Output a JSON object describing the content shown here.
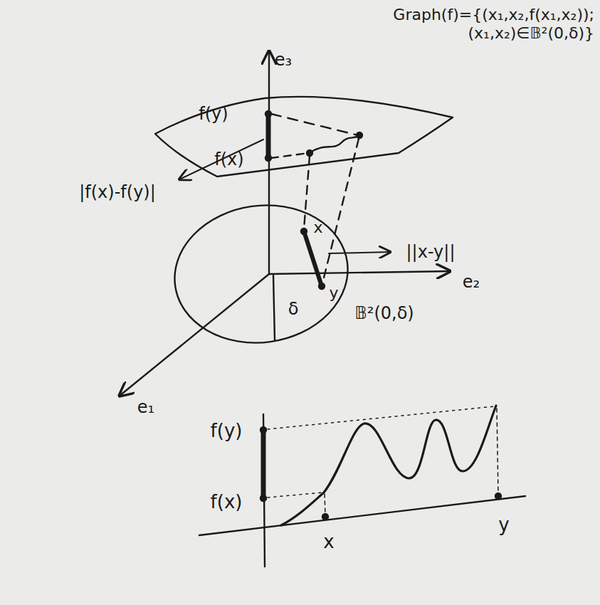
{
  "diagram": {
    "labels": [
      "Graph(f)={(x₁,x₂,f(x₁,x₂)); (x₁,x₂)∈𝔹²(0,δ)}",
      "e₃",
      "f(y)",
      "f(x)",
      "|f(x)-f(y)|",
      "x",
      "||x-y||",
      "e₂",
      "δ",
      "y",
      "𝔹²(0,δ)",
      "e₁",
      "f(y)",
      "f(x)",
      "x",
      "y"
    ]
  }
}
